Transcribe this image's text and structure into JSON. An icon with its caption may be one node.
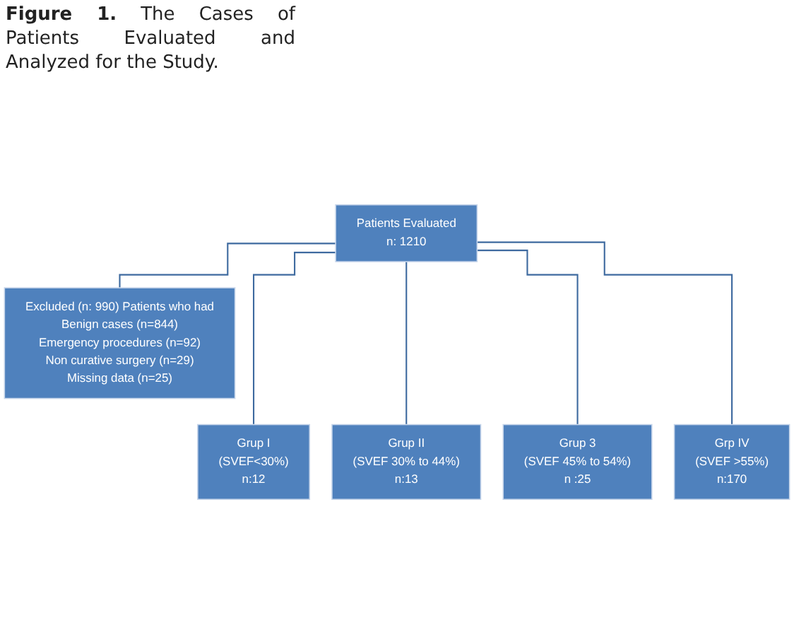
{
  "diagram": {
    "caption": "**Figure 1.** The Cases of Patients Evaluated and Analyzed for the Study.",
    "nodes": [
      {
        "text": [
          "Patients Evaluated",
          "n: 1210"
        ]
      },
      {
        "text": [
          "Excluded (n: 990) Patients who had",
          "Benign cases (n=844)",
          "Emergency procedures (n=92)",
          "Non curative surgery (n=29)",
          "Missing data (n=25)"
        ]
      },
      {
        "text": [
          "Grup I",
          "(SVEF<30%)",
          "n:12"
        ]
      },
      {
        "text": [
          "Grup II",
          "(SVEF 30% to 44%)",
          "n:13"
        ]
      },
      {
        "text": [
          "Grup 3",
          "(SVEF 45% to 54%)",
          "n :25"
        ]
      },
      {
        "text": [
          "Grp IV",
          "(SVEF >55%)",
          "n:170"
        ]
      }
    ],
    "edges": [
      {
        "from": 0,
        "to": 1,
        "arrow": "none"
      },
      {
        "from": 0,
        "to": 2,
        "arrow": "none"
      },
      {
        "from": 0,
        "to": 3,
        "arrow": "none"
      },
      {
        "from": 0,
        "to": 4,
        "arrow": "none"
      },
      {
        "from": 0,
        "to": 5,
        "arrow": "none"
      }
    ]
  }
}
